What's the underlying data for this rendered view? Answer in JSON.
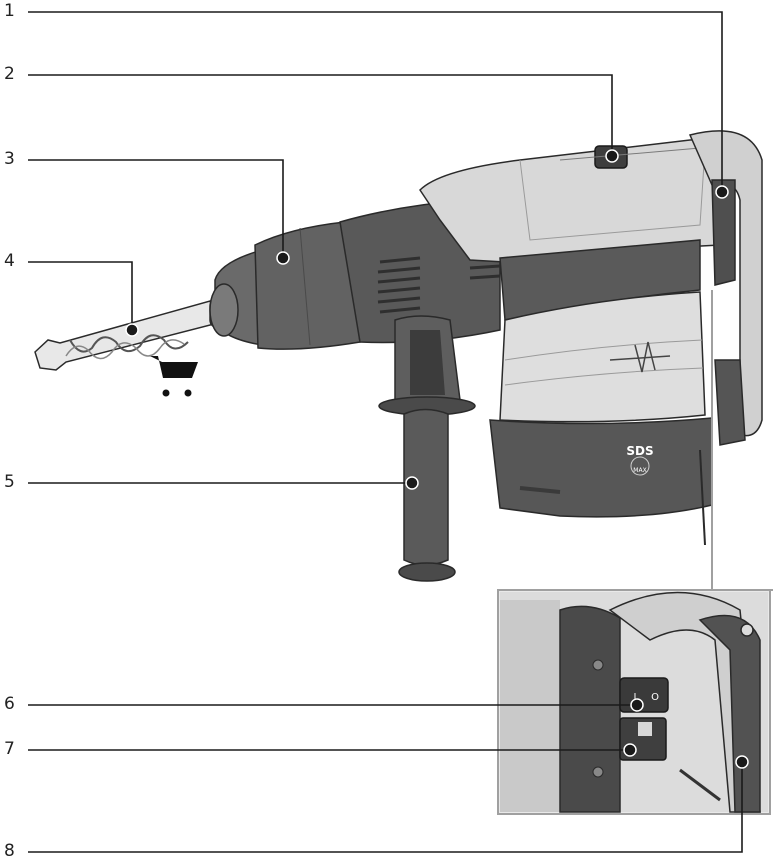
{
  "callouts": [
    {
      "label": "1"
    },
    {
      "label": "2"
    },
    {
      "label": "3"
    },
    {
      "label": "4"
    },
    {
      "label": "5"
    },
    {
      "label": "6"
    },
    {
      "label": "7"
    },
    {
      "label": "8"
    }
  ],
  "tool": {
    "badge_text": "SDS",
    "badge_sub": "MAX",
    "switch_on": "I",
    "switch_off": "O"
  },
  "icons": {
    "cart": "shopping-cart-icon"
  },
  "colors": {
    "body_dark": "#5b5b5b",
    "body_mid": "#7a7a7a",
    "body_light": "#d9d9d9",
    "outline": "#2a2a2a",
    "leader": "#1a1a1a"
  }
}
